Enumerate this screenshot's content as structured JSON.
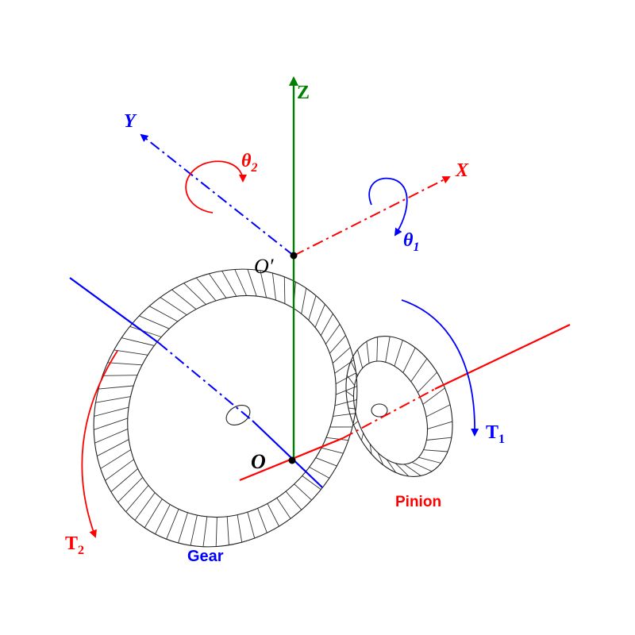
{
  "colors": {
    "red": "#ff0000",
    "blue": "#0000ff",
    "green": "#008000",
    "black": "#000000",
    "ink": "#222222"
  },
  "labels": {
    "axis_z": "Z",
    "axis_y": "Y",
    "axis_x": "X",
    "theta1": "θ",
    "theta1_sub": "1",
    "theta2": "θ",
    "theta2_sub": "2",
    "origin_prime": "O′",
    "origin": "O",
    "torque1": "T",
    "torque1_sub": "1",
    "torque2": "T",
    "torque2_sub": "2",
    "pinion": "Pinion",
    "gear": "Gear"
  }
}
